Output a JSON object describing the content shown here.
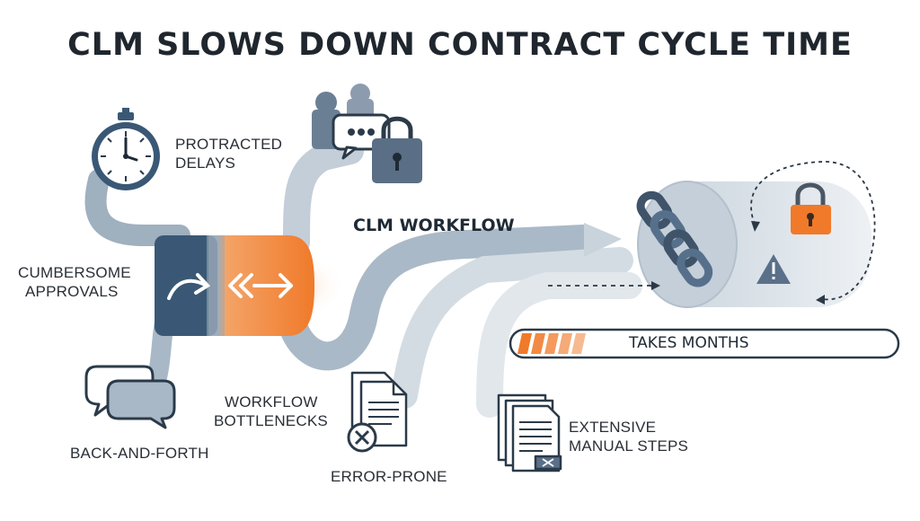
{
  "title": "CLM SLOWS DOWN CONTRACT CYCLE TIME",
  "workflow_label": "CLM WORKFLOW",
  "progress": {
    "label": "TAKES MONTHS",
    "fill_fraction": 0.18
  },
  "labels": {
    "protracted_delays": [
      "PROTRACTED",
      "DELAYS"
    ],
    "cumbersome_approvals": [
      "CUMBERSOME",
      "APPROVALS"
    ],
    "back_and_forth": [
      "BACK-AND-FORTH"
    ],
    "workflow_bottlenecks": [
      "WORKFLOW",
      "BOTTLENECKS"
    ],
    "error_prone": [
      "ERROR-PRONE"
    ],
    "extensive_manual_steps": [
      "EXTENSIVE",
      "MANUAL STEPS"
    ]
  },
  "icons": [
    "stopwatch-icon",
    "people-chat-lock-icon",
    "speech-bubbles-icon",
    "document-error-icon",
    "documents-stack-icon",
    "chain-link-icon",
    "padlock-icon",
    "warning-icon",
    "redirect-arrow-icon",
    "bidirectional-arrow-icon"
  ],
  "colors": {
    "accent_orange": "#f07a2a",
    "navy": "#3a5876",
    "stream_gray": "#b9c6d2",
    "light_gray": "#dfe5ea",
    "text_dark": "#222a33"
  }
}
